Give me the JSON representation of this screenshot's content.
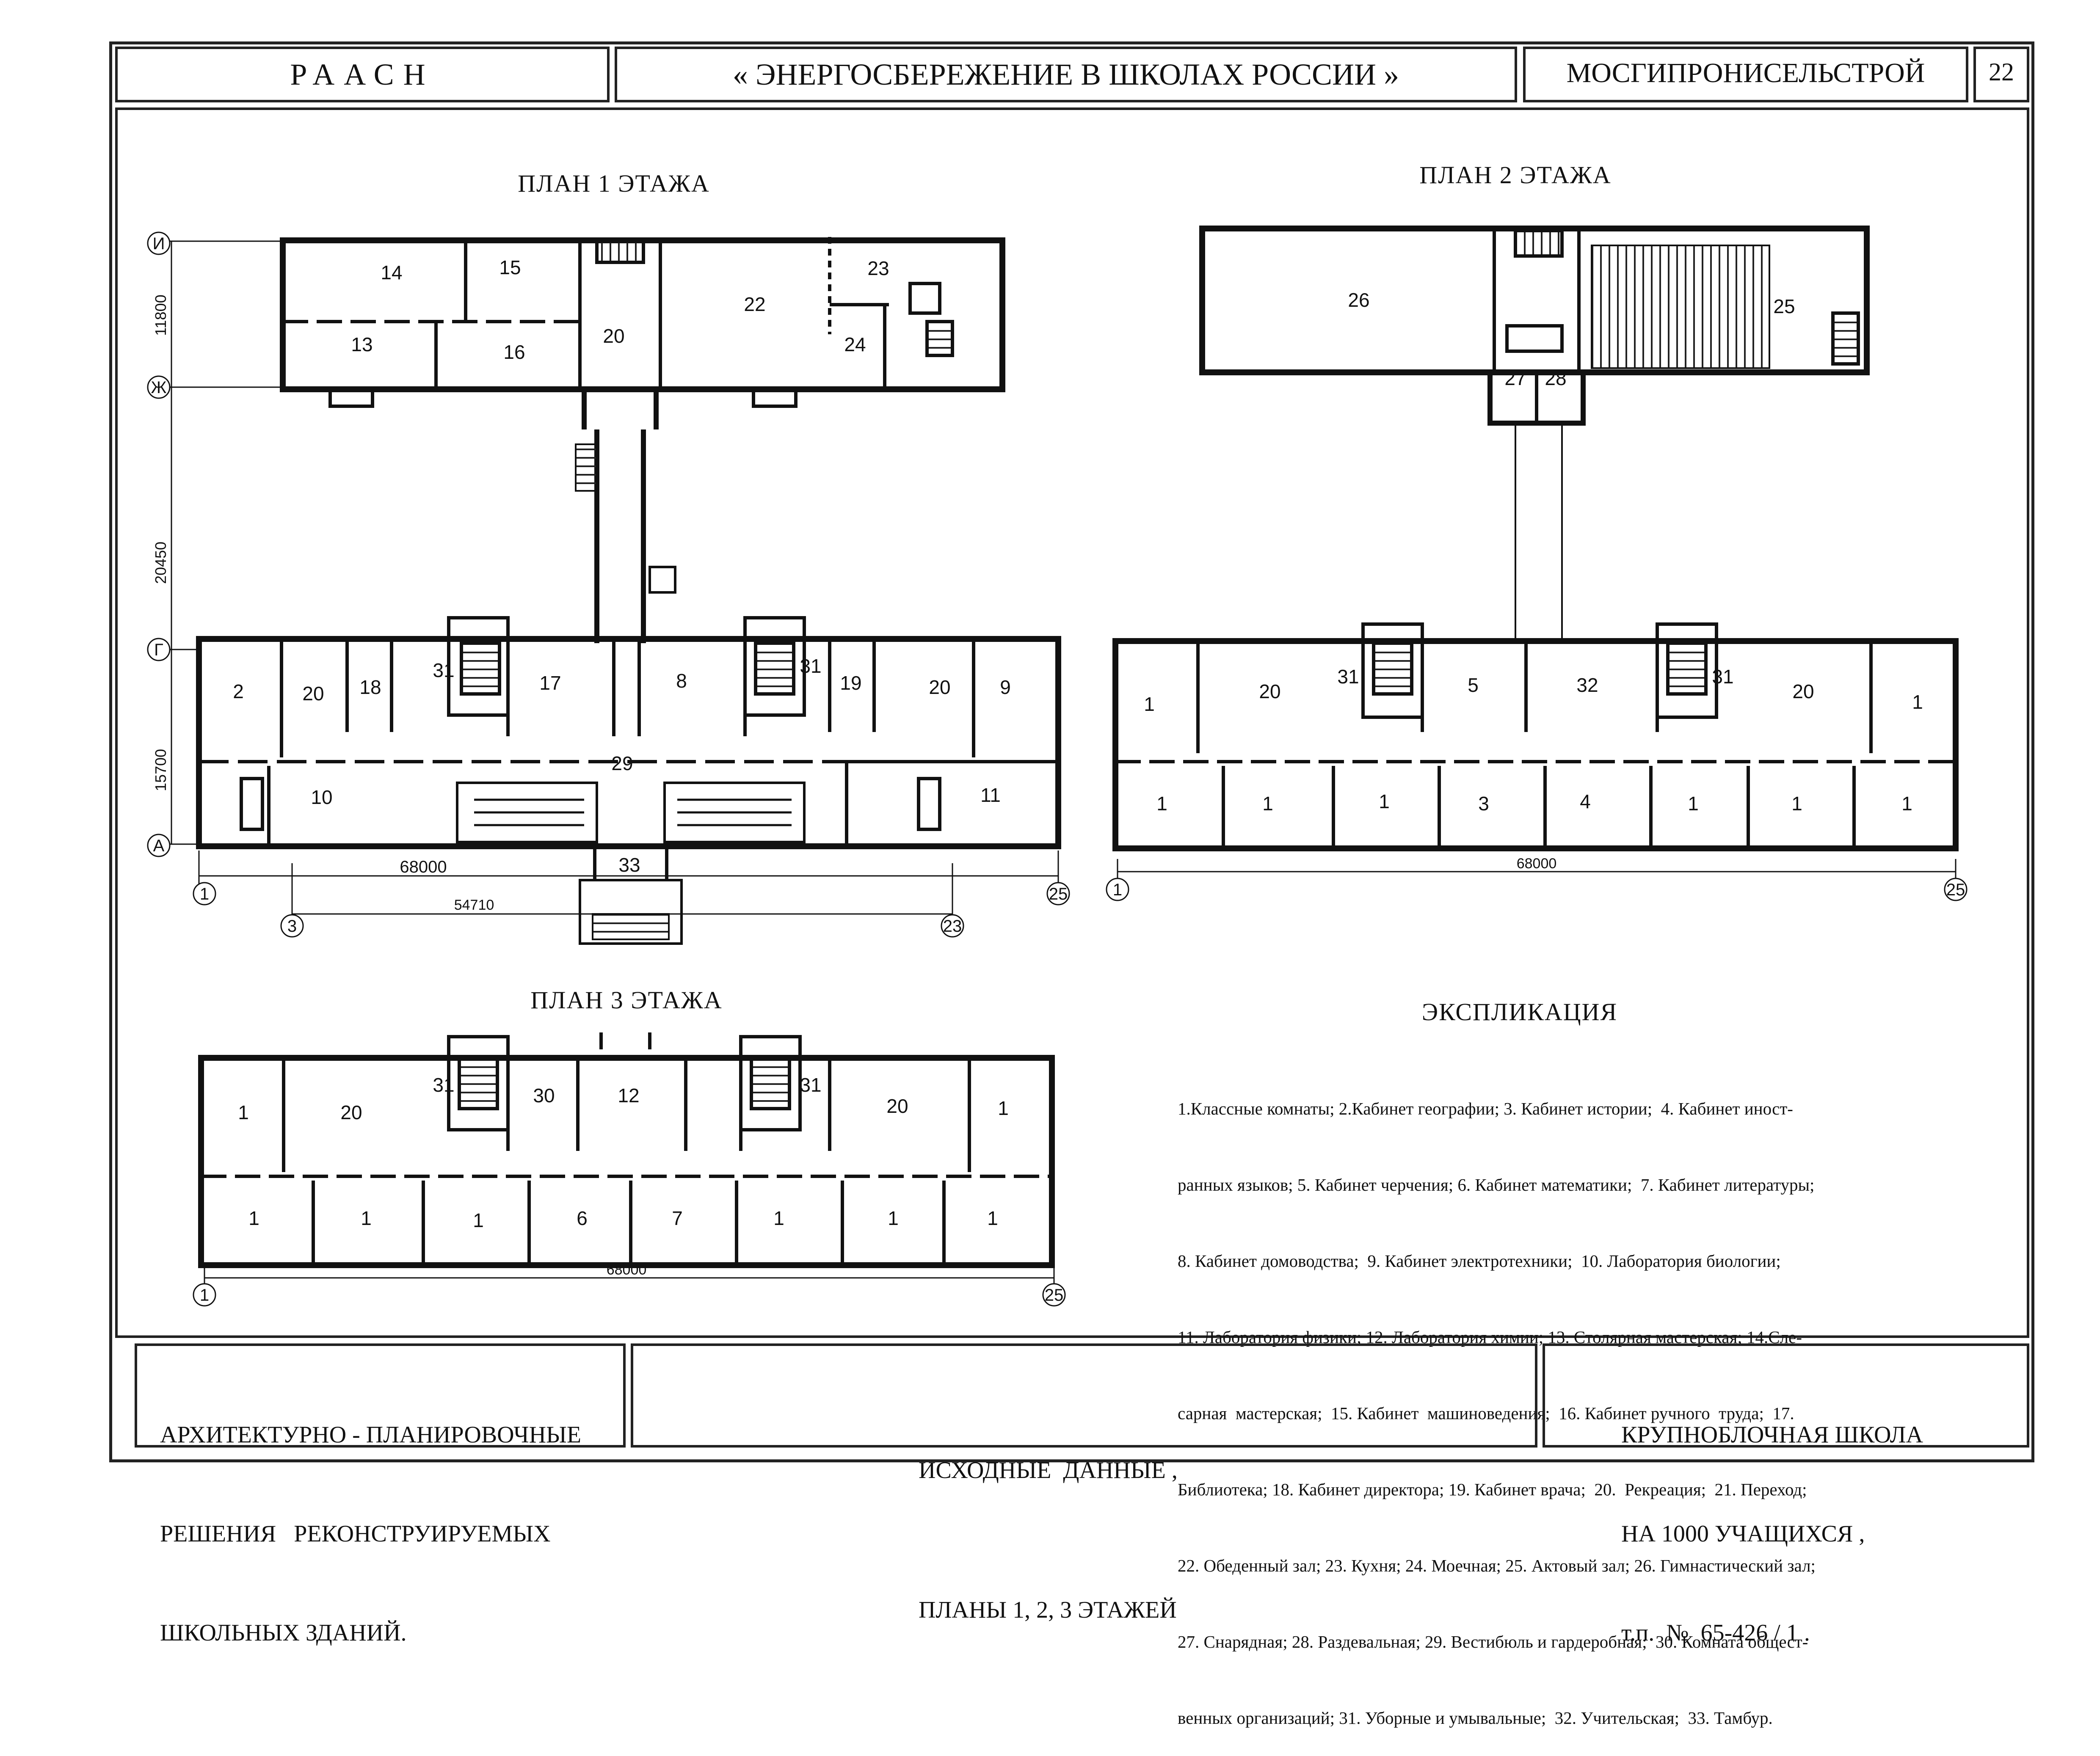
{
  "header": {
    "org_left": "РААСН",
    "title": "« ЭНЕРГОСБЕРЕЖЕНИЕ В ШКОЛАХ РОССИИ »",
    "org_right": "МОСГИПРОНИСЕЛЬСТРОЙ",
    "sheet_number": "22"
  },
  "plans": {
    "floor1": {
      "title": "ПЛАН  1  ЭТАЖА",
      "axes": {
        "I": "И",
        "Zh": "Ж",
        "G": "Г",
        "A": "А",
        "n1": "1",
        "n3": "3",
        "n23": "23",
        "n25": "25"
      },
      "dims": {
        "d11800": "11800",
        "d20450": "20450",
        "d15700": "15700",
        "d68000": "68000",
        "d54710": "54710"
      },
      "rooms": {
        "r14": "14",
        "r15": "15",
        "r13": "13",
        "r16": "16",
        "r20a": "20",
        "r22": "22",
        "r23": "23",
        "r24": "24",
        "r2": "2",
        "r20b": "20",
        "r18": "18",
        "r31a": "31",
        "r17": "17",
        "r8": "8",
        "r31b": "31",
        "r19": "19",
        "r20c": "20",
        "r9": "9",
        "r29": "29",
        "r10": "10",
        "r11": "11",
        "r33": "33"
      }
    },
    "floor2": {
      "title": "ПЛАН  2  ЭТАЖА",
      "axes": {
        "n1": "1",
        "n25": "25"
      },
      "dims": {
        "d68000": "68000"
      },
      "rooms": {
        "r26": "26",
        "r25": "25",
        "r27": "27",
        "r28": "28",
        "r1a": "1",
        "r20a": "20",
        "r31a": "31",
        "r5": "5",
        "r32": "32",
        "r31b": "31",
        "r20b": "20",
        "r1b": "1",
        "b1": "1",
        "b2": "1",
        "b3": "1",
        "b4": "3",
        "b5": "4",
        "b6": "1",
        "b7": "1",
        "b8": "1"
      }
    },
    "floor3": {
      "title": "ПЛАН  3  ЭТАЖА",
      "axes": {
        "n1": "1",
        "n25": "25"
      },
      "dims": {
        "d68000": "68000"
      },
      "rooms": {
        "r1a": "1",
        "r20a": "20",
        "r31a": "31",
        "r30": "30",
        "r12": "12",
        "r31b": "31",
        "r20b": "20",
        "r1b": "1",
        "b1": "1",
        "b2": "1",
        "b3": "1",
        "b4": "6",
        "b5": "7",
        "b6": "1",
        "b7": "1",
        "b8": "1"
      }
    }
  },
  "explication": {
    "title": "ЭКСПЛИКАЦИЯ",
    "lines": [
      "1.Классные комнаты; 2.Кабинет географии; 3. Кабинет истории;  4. Кабинет иност-",
      "ранных языков; 5. Кабинет черчения; 6. Кабинет математики;  7. Кабинет литературы;",
      "8. Кабинет домоводства;  9. Кабинет электротехники;  10. Лаборатория биологии;",
      "11. Лаборатория физики; 12. Лаборатория химии; 13. Столярная мастерская; 14.Сле-",
      "сарная  мастерская;  15. Кабинет  машиноведения;  16. Кабинет ручного  труда;  17.",
      "Библиотека; 18. Кабинет директора; 19. Кабинет врача;  20.  Рекреация;  21. Переход;",
      "22. Обеденный зал; 23. Кухня; 24. Моечная; 25. Актовый зал; 26. Гимнастический зал;",
      "27. Снарядная; 28. Раздевальная; 29. Вестибюль и гардеробная;  30. Комната общест-",
      "венных организаций; 31. Уборные и умывальные;  32. Учительская;  33. Тамбур."
    ]
  },
  "footer": {
    "left": [
      "АРХИТЕКТУРНО - ПЛАНИРОВОЧНЫЕ",
      "РЕШЕНИЯ   РЕКОНСТРУИРУЕМЫХ",
      "ШКОЛЬНЫХ ЗДАНИЙ."
    ],
    "center": [
      "ИСХОДНЫЕ  ДАННЫЕ ,",
      "ПЛАНЫ 1, 2, 3 ЭТАЖЕЙ"
    ],
    "right": [
      "КРУПНОБЛОЧНАЯ ШКОЛА",
      "НА 1000 УЧАЩИХСЯ ,",
      "т.п.  №  65-426 / 1 ."
    ]
  }
}
